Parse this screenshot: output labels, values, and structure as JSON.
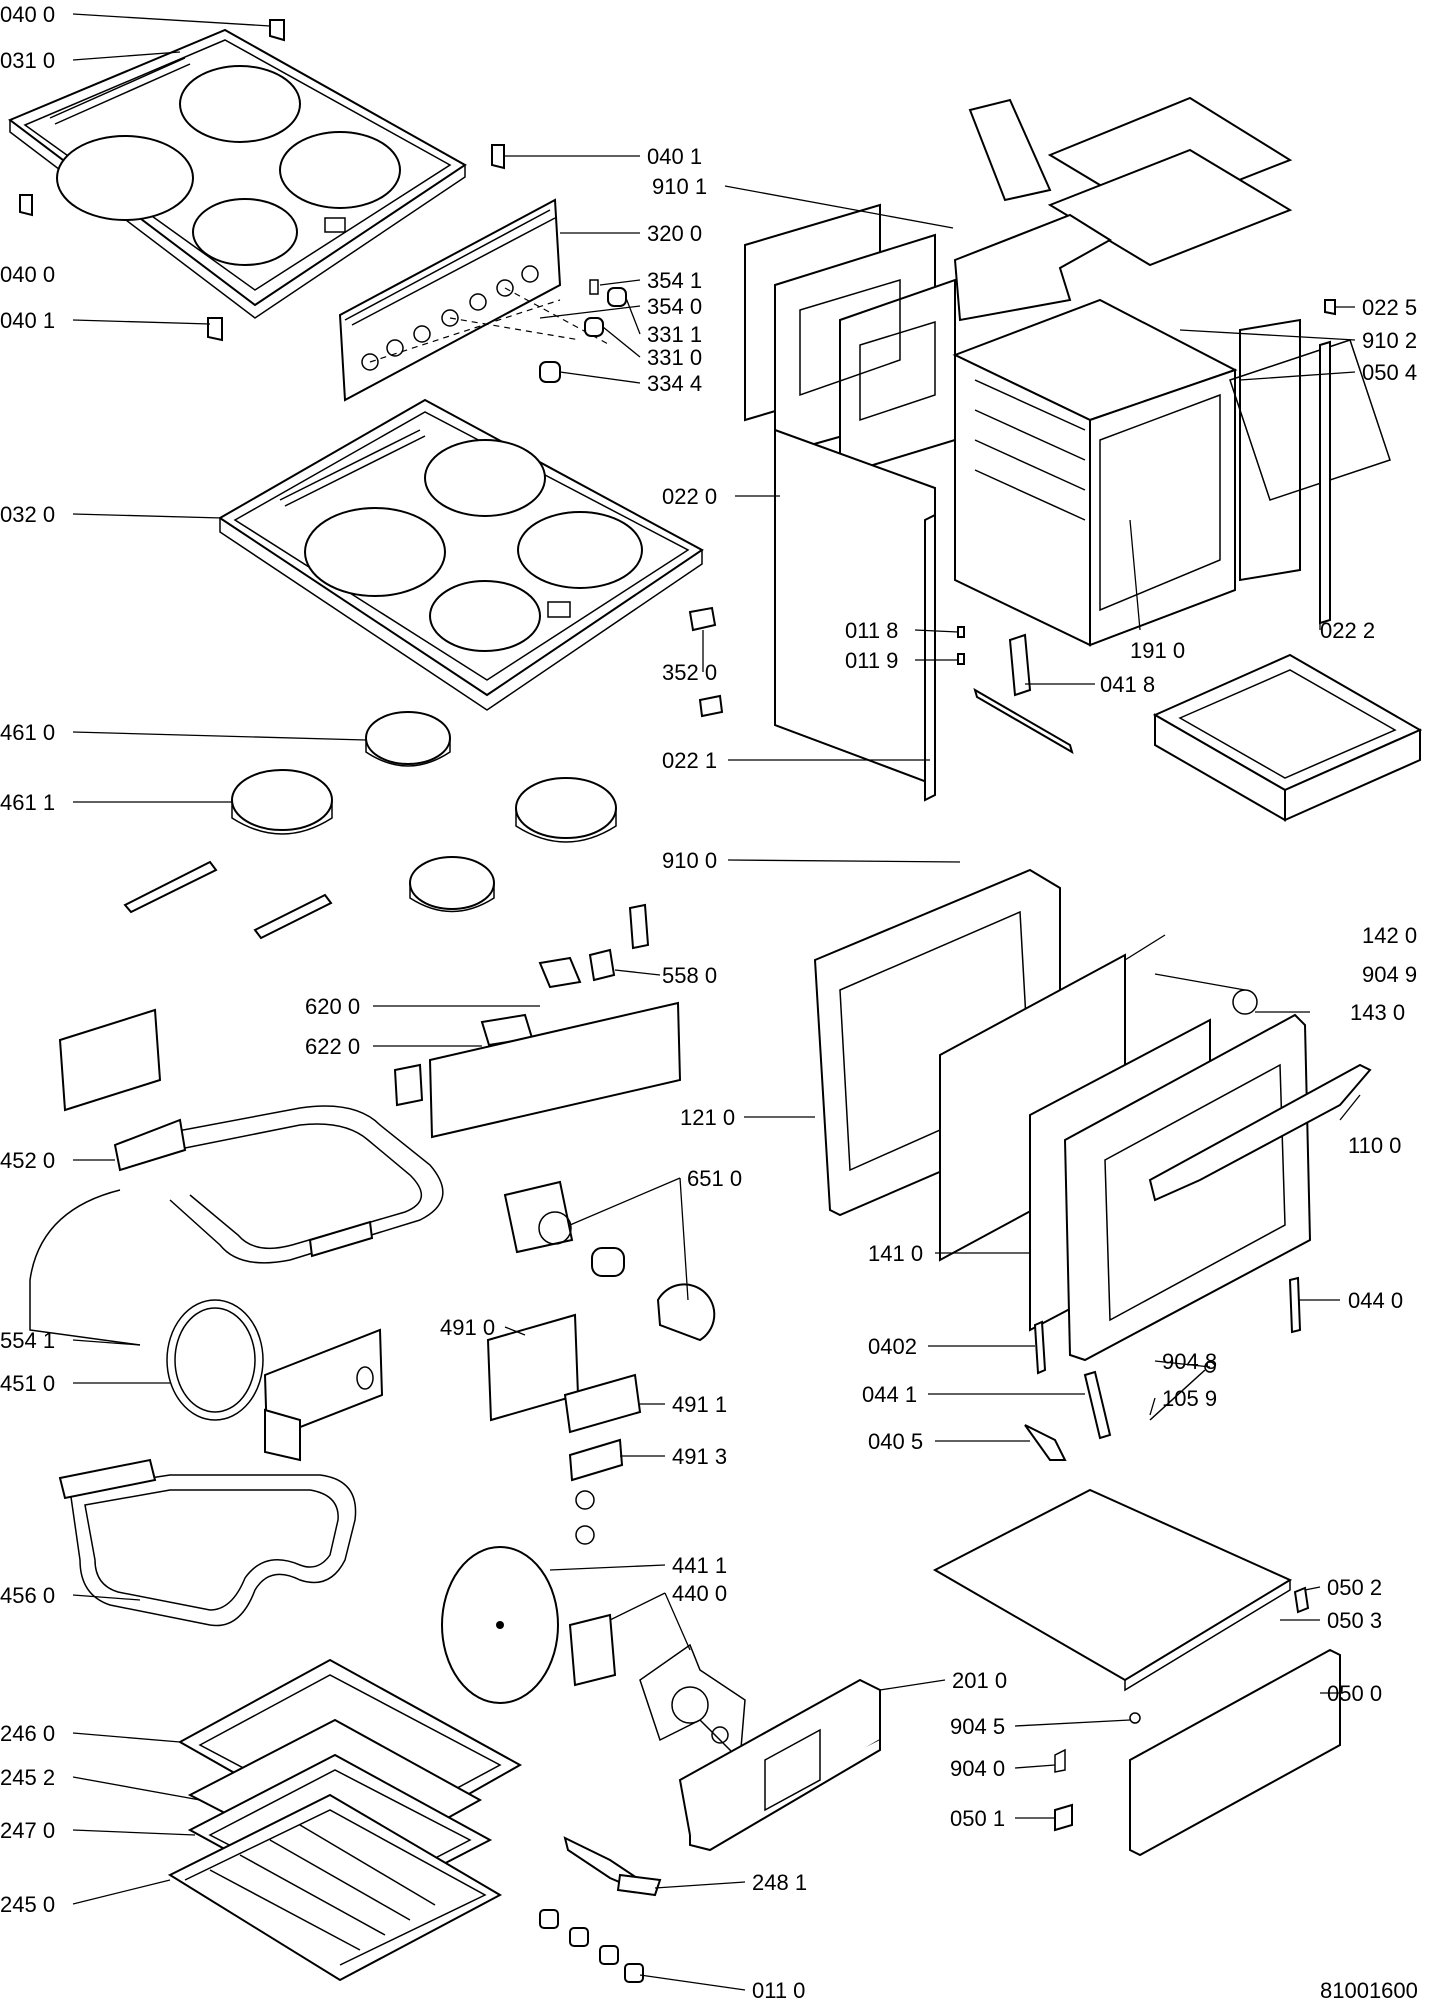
{
  "drawing_number": "81001600",
  "part_labels": [
    {
      "id": "p0400a",
      "text": "040 0"
    },
    {
      "id": "p0310",
      "text": "031 0"
    },
    {
      "id": "p0401a",
      "text": "040 1"
    },
    {
      "id": "p9101",
      "text": "910 1"
    },
    {
      "id": "p3200",
      "text": "320 0"
    },
    {
      "id": "p0400b",
      "text": "040 0"
    },
    {
      "id": "p0401b",
      "text": "040 1"
    },
    {
      "id": "p3541",
      "text": "354 1"
    },
    {
      "id": "p3540",
      "text": "354 0"
    },
    {
      "id": "p0225",
      "text": "022 5"
    },
    {
      "id": "p3311",
      "text": "331 1"
    },
    {
      "id": "p9102",
      "text": "910 2"
    },
    {
      "id": "p3310",
      "text": "331 0"
    },
    {
      "id": "p0504",
      "text": "050 4"
    },
    {
      "id": "p3344",
      "text": "334 4"
    },
    {
      "id": "p0320",
      "text": "032 0"
    },
    {
      "id": "p0220",
      "text": "022 0"
    },
    {
      "id": "p0118",
      "text": "011 8"
    },
    {
      "id": "p1910",
      "text": "191 0"
    },
    {
      "id": "p0222",
      "text": "022 2"
    },
    {
      "id": "p0119",
      "text": "011 9"
    },
    {
      "id": "p3520",
      "text": "352 0"
    },
    {
      "id": "p0418",
      "text": "041 8"
    },
    {
      "id": "p4610",
      "text": "461 0"
    },
    {
      "id": "p0221",
      "text": "022 1"
    },
    {
      "id": "p4611",
      "text": "461 1"
    },
    {
      "id": "p9100",
      "text": "910 0"
    },
    {
      "id": "p1420",
      "text": "142 0"
    },
    {
      "id": "p5580",
      "text": "558 0"
    },
    {
      "id": "p9049",
      "text": "904 9"
    },
    {
      "id": "p6200",
      "text": "620 0"
    },
    {
      "id": "p1430",
      "text": "143 0"
    },
    {
      "id": "p6220",
      "text": "622 0"
    },
    {
      "id": "p1210",
      "text": "121 0"
    },
    {
      "id": "p4520",
      "text": "452 0"
    },
    {
      "id": "p1100",
      "text": "110 0"
    },
    {
      "id": "p6510",
      "text": "651 0"
    },
    {
      "id": "p1410",
      "text": "141 0"
    },
    {
      "id": "p0440",
      "text": "044 0"
    },
    {
      "id": "p5541",
      "text": "554 1"
    },
    {
      "id": "p4910",
      "text": "491 0"
    },
    {
      "id": "p0402",
      "text": "0402"
    },
    {
      "id": "p4510",
      "text": "451 0"
    },
    {
      "id": "p9048",
      "text": "904 8"
    },
    {
      "id": "p0441",
      "text": "044 1"
    },
    {
      "id": "p1059",
      "text": "105 9"
    },
    {
      "id": "p4911",
      "text": "491 1"
    },
    {
      "id": "p0405",
      "text": "040 5"
    },
    {
      "id": "p4913",
      "text": "491 3"
    },
    {
      "id": "p4411",
      "text": "441 1"
    },
    {
      "id": "p4560",
      "text": "456 0"
    },
    {
      "id": "p4400",
      "text": "440 0"
    },
    {
      "id": "p0502",
      "text": "050 2"
    },
    {
      "id": "p0503",
      "text": "050 3"
    },
    {
      "id": "p2010",
      "text": "201 0"
    },
    {
      "id": "p0500",
      "text": "050 0"
    },
    {
      "id": "p2460",
      "text": "246 0"
    },
    {
      "id": "p9045",
      "text": "904 5"
    },
    {
      "id": "p2452",
      "text": "245 2"
    },
    {
      "id": "p9040",
      "text": "904 0"
    },
    {
      "id": "p0501",
      "text": "050 1"
    },
    {
      "id": "p2470",
      "text": "247 0"
    },
    {
      "id": "p2481",
      "text": "248 1"
    },
    {
      "id": "p2450",
      "text": "245 0"
    },
    {
      "id": "p0110",
      "text": "011 0"
    }
  ]
}
